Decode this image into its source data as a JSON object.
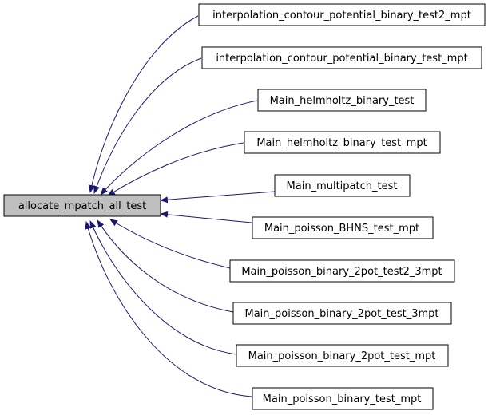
{
  "graph": {
    "root": {
      "label": "allocate_mpatch_all_test",
      "fill": "#bfbfbf"
    },
    "callers": [
      {
        "label": "interpolation_contour_potential_binary_test2_mpt"
      },
      {
        "label": "interpolation_contour_potential_binary_test_mpt"
      },
      {
        "label": "Main_helmholtz_binary_test"
      },
      {
        "label": "Main_helmholtz_binary_test_mpt"
      },
      {
        "label": "Main_multipatch_test"
      },
      {
        "label": "Main_poisson_BHNS_test_mpt"
      },
      {
        "label": "Main_poisson_binary_2pot_test2_3mpt"
      },
      {
        "label": "Main_poisson_binary_2pot_test_3mpt"
      },
      {
        "label": "Main_poisson_binary_2pot_test_mpt"
      },
      {
        "label": "Main_poisson_binary_test_mpt"
      }
    ],
    "edge_color": "#191970",
    "node_border": "#000000",
    "node_fill": "#ffffff"
  }
}
